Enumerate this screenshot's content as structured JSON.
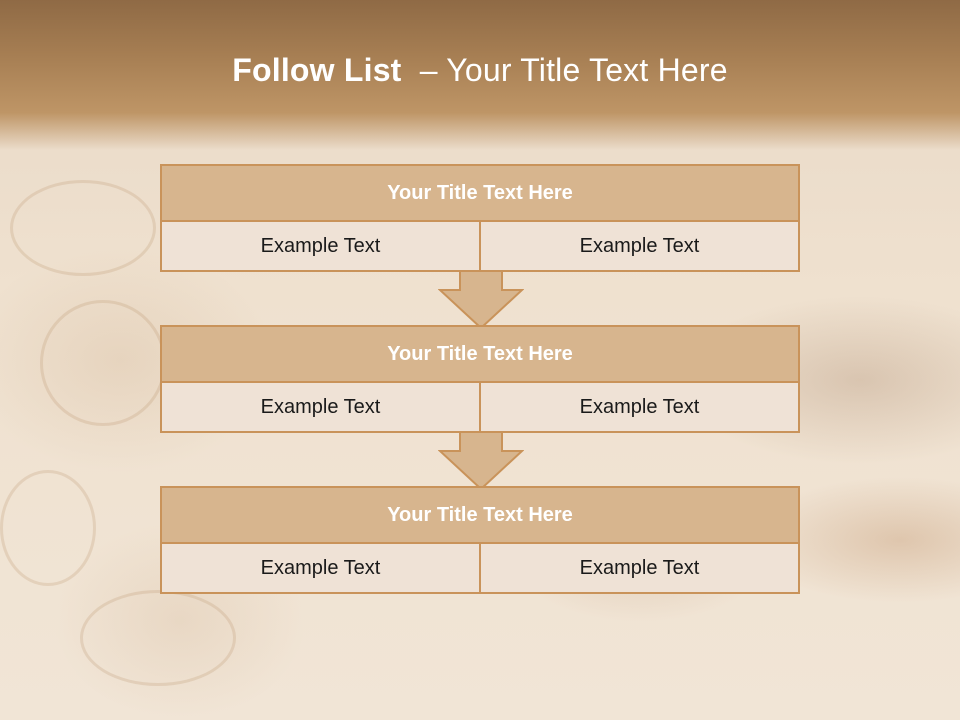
{
  "slide": {
    "title_bold": "Follow List",
    "title_rest": "– Your Title Text Here"
  },
  "blocks": [
    {
      "title": "Your Title Text Here",
      "left": "Example Text",
      "right": "Example Text"
    },
    {
      "title": "Your Title Text Here",
      "left": "Example Text",
      "right": "Example Text"
    },
    {
      "title": "Your Title Text Here",
      "left": "Example Text",
      "right": "Example Text"
    }
  ],
  "colors": {
    "header": "#a57d52",
    "block_title_fill": "#d7b58e",
    "cell_fill": "#efe2d6",
    "border": "#c9935a"
  },
  "icons": [
    "down-arrow-icon",
    "down-arrow-icon"
  ]
}
